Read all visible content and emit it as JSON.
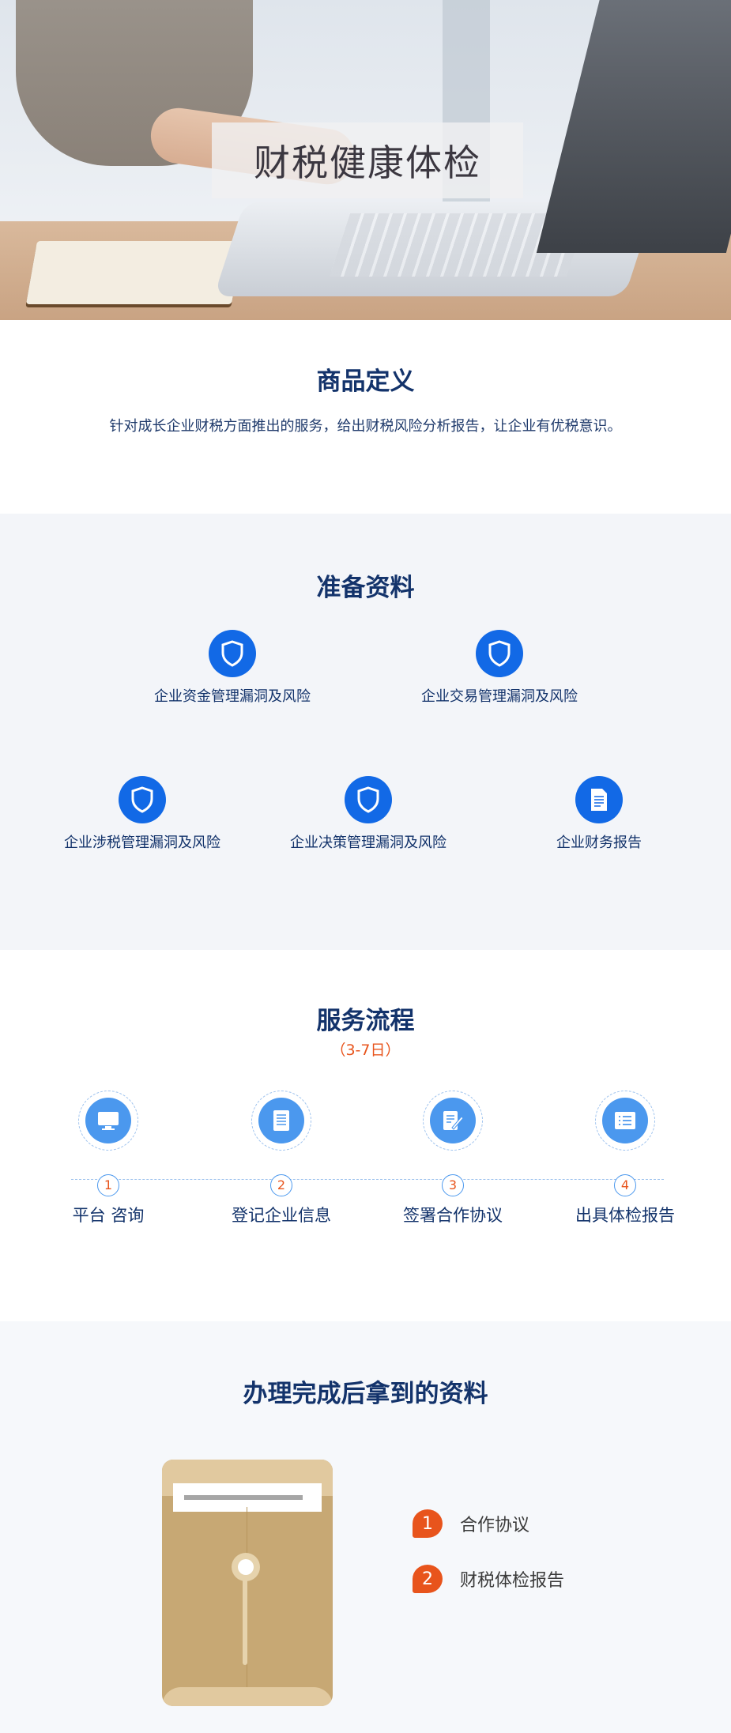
{
  "hero": {
    "title": "财税健康体检"
  },
  "definition": {
    "heading": "商品定义",
    "text": "针对成长企业财税方面推出的服务，给出财税风险分析报告，让企业有优税意识。"
  },
  "preparation": {
    "heading": "准备资料",
    "items": [
      {
        "label": "企业资金管理漏洞及风险",
        "icon": "shield-icon"
      },
      {
        "label": "企业交易管理漏洞及风险",
        "icon": "shield-icon"
      },
      {
        "label": "企业涉税管理漏洞及风险",
        "icon": "shield-icon"
      },
      {
        "label": "企业决策管理漏洞及风险",
        "icon": "shield-icon"
      },
      {
        "label": "企业财务报告",
        "icon": "document-icon"
      }
    ]
  },
  "process": {
    "heading": "服务流程",
    "duration": "（3-7日）",
    "steps": [
      {
        "number": "1",
        "label": "平台 咨询",
        "icon": "monitor-icon"
      },
      {
        "number": "2",
        "label": "登记企业信息",
        "icon": "notebook-icon"
      },
      {
        "number": "3",
        "label": "签署合作协议",
        "icon": "sign-document-icon"
      },
      {
        "number": "4",
        "label": "出具体检报告",
        "icon": "report-list-icon"
      }
    ]
  },
  "deliverables": {
    "heading": "办理完成后拿到的资料",
    "items": [
      {
        "number": "1",
        "label": "合作协议"
      },
      {
        "number": "2",
        "label": "财税体检报告"
      }
    ]
  },
  "colors": {
    "primary_blue": "#1269e6",
    "navy_text": "#13336b",
    "accent_orange": "#e8541c",
    "light_blue": "#4b98ee"
  }
}
